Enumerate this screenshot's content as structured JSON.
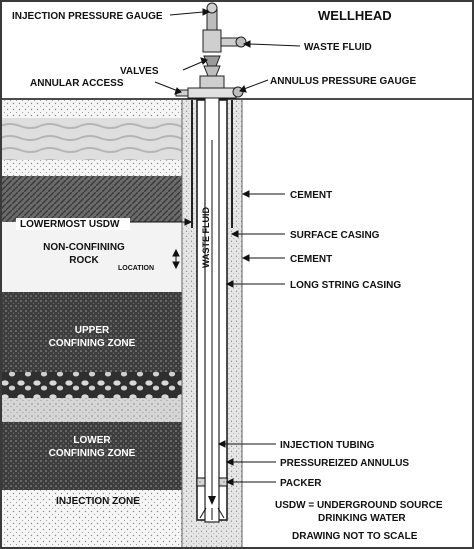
{
  "colors": {
    "frame": "#3a3a3a",
    "ink": "#111111",
    "cement": "#dcdcdc",
    "sky": "#ffffff",
    "light_strata": "#efefef",
    "dark_strata": "#5a5a5a",
    "confining": "#3c3c3c"
  },
  "labels": {
    "wellhead": "WELLHEAD",
    "injection_pressure_gauge": "INJECTION PRESSURE GAUGE",
    "waste_fluid": "WASTE FLUID",
    "valves": "VALVES",
    "annular_access": "ANNULAR ACCESS",
    "annulus_pressure_gauge": "ANNULUS PRESSURE GAUGE",
    "cement_upper": "CEMENT",
    "surface_casing": "SURFACE CASING",
    "cement_lower": "CEMENT",
    "long_string_casing": "LONG STRING CASING",
    "lowermost_usdw": "LOWERMOST USDW",
    "non_confining_rock_1": "NON-CONFINING",
    "non_confining_rock_2": "ROCK",
    "location": "LOCATION",
    "waste_fluid_vertical": "WASTE FLUID",
    "upper_confining_zone_1": "UPPER",
    "upper_confining_zone_2": "CONFINING ZONE",
    "lower_confining_zone_1": "LOWER",
    "lower_confining_zone_2": "CONFINING ZONE",
    "injection_zone": "INJECTION ZONE",
    "injection_tubing": "INJECTION TUBING",
    "pressurized_annulus": "PRESSUREIZED ANNULUS",
    "packer": "PACKER",
    "usdw_note_1": "USDW = UNDERGROUND SOURCE",
    "usdw_note_2": "DRINKING WATER",
    "scale_note": "DRAWING NOT TO SCALE"
  }
}
